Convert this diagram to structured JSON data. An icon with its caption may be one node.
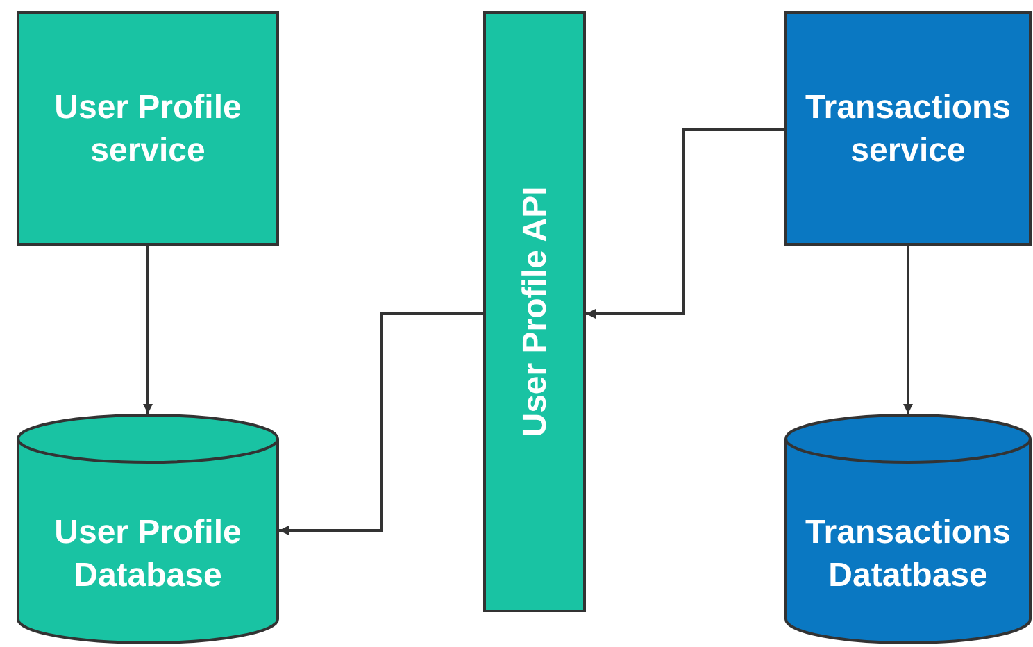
{
  "diagram": {
    "nodes": [
      {
        "text": [
          "User Profile service"
        ]
      },
      {
        "text": [
          "User Profile API"
        ]
      },
      {
        "text": [
          "Transactions service"
        ]
      },
      {
        "text": [
          "User Profile Database"
        ]
      },
      {
        "text": [
          "Transactions Datatbase"
        ]
      }
    ],
    "edges": [
      {
        "from": 0,
        "to": 3,
        "arrow": "to"
      },
      {
        "from": 2,
        "to": 1,
        "arrow": "to"
      },
      {
        "from": 1,
        "to": 3,
        "arrow": "to"
      },
      {
        "from": 2,
        "to": 4,
        "arrow": "to"
      }
    ]
  }
}
